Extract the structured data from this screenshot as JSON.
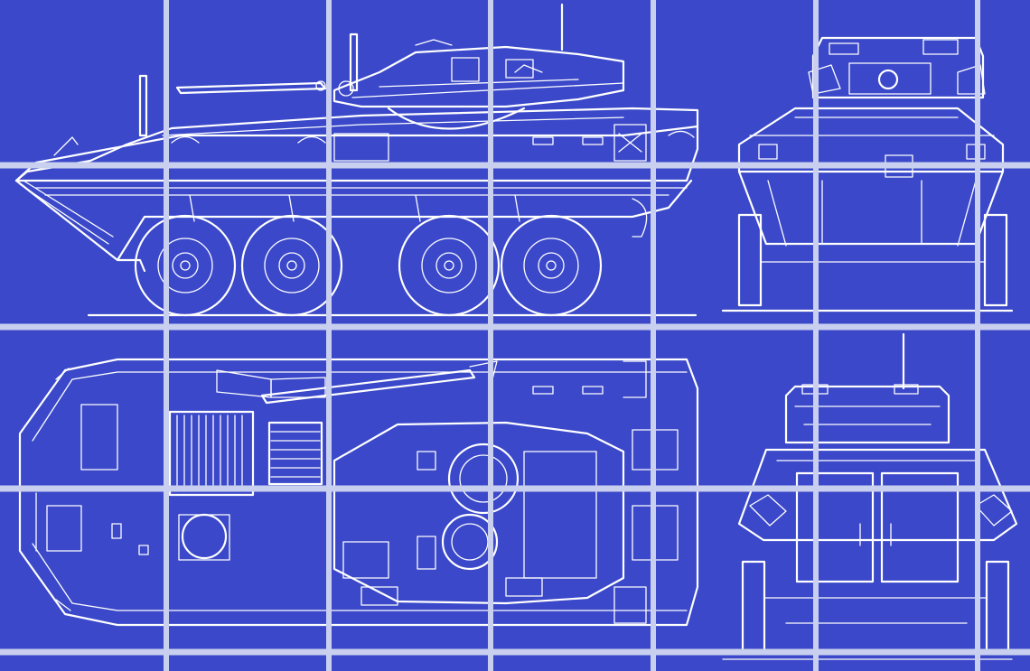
{
  "image": {
    "subject": "vehicle-blueprint",
    "views": [
      "side",
      "front",
      "top",
      "rear"
    ],
    "credit_text": ""
  },
  "colors": {
    "background": "#3a48c9",
    "line": "#ffffff",
    "grid": "#c9cfee"
  }
}
